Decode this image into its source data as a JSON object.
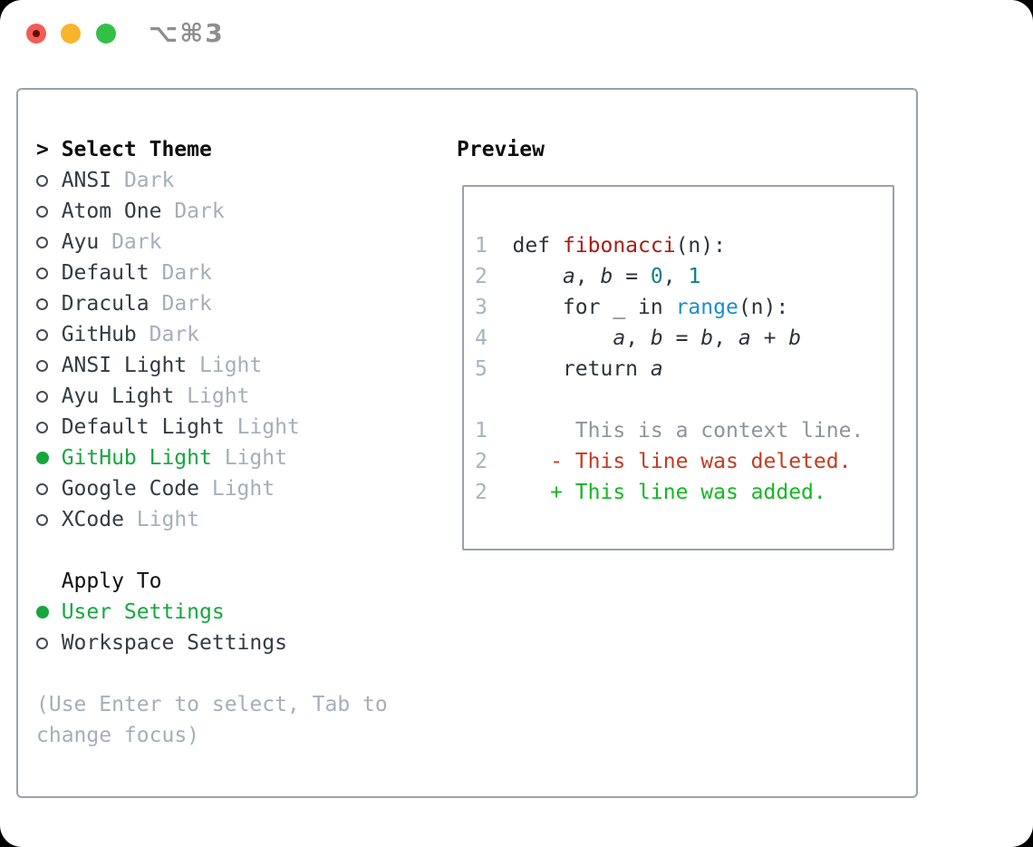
{
  "titlebar": {
    "title": "⌥⌘3"
  },
  "colors": {
    "accent_green": "#16a73c",
    "item_text": "#343b43",
    "muted_gray": "#a6aeb8",
    "panel_border": "#9aa1ac",
    "function_red": "#a81c15",
    "builtin_blue": "#1b8ecd",
    "number_teal": "#10808a",
    "diff_deleted_red": "#c43a20",
    "diff_added_green": "#12b922",
    "traffic_red": "#f25c54",
    "traffic_yellow": "#f7b52d",
    "traffic_green": "#32c146"
  },
  "theme_selector": {
    "prompt": ">",
    "title": "Select Theme",
    "items": [
      {
        "name": "ANSI",
        "tag": "Dark",
        "selected": false
      },
      {
        "name": "Atom One",
        "tag": "Dark",
        "selected": false
      },
      {
        "name": "Ayu",
        "tag": "Dark",
        "selected": false
      },
      {
        "name": "Default",
        "tag": "Dark",
        "selected": false
      },
      {
        "name": "Dracula",
        "tag": "Dark",
        "selected": false
      },
      {
        "name": "GitHub",
        "tag": "Dark",
        "selected": false
      },
      {
        "name": "ANSI Light",
        "tag": "Light",
        "selected": false
      },
      {
        "name": "Ayu Light",
        "tag": "Light",
        "selected": false
      },
      {
        "name": "Default Light",
        "tag": "Light",
        "selected": false
      },
      {
        "name": "GitHub Light",
        "tag": "Light",
        "selected": true
      },
      {
        "name": "Google Code",
        "tag": "Light",
        "selected": false
      },
      {
        "name": "XCode",
        "tag": "Light",
        "selected": false
      }
    ],
    "apply_to": {
      "title": "Apply To",
      "options": [
        {
          "label": "User Settings",
          "selected": true
        },
        {
          "label": "Workspace Settings",
          "selected": false
        }
      ]
    },
    "hint_line1": "(Use Enter to select, Tab to",
    "hint_line2": "change focus)"
  },
  "preview": {
    "title": "Preview",
    "code_lines": [
      {
        "num": "1",
        "tokens": [
          {
            "text": "def ",
            "style": "code"
          },
          {
            "text": "fibonacci",
            "style": "function"
          },
          {
            "text": "(n):",
            "style": "code"
          }
        ]
      },
      {
        "num": "2",
        "tokens": [
          {
            "text": "    ",
            "style": "code"
          },
          {
            "text": "a",
            "style": "variable"
          },
          {
            "text": ", ",
            "style": "code"
          },
          {
            "text": "b",
            "style": "variable"
          },
          {
            "text": " = ",
            "style": "code"
          },
          {
            "text": "0",
            "style": "number"
          },
          {
            "text": ", ",
            "style": "code"
          },
          {
            "text": "1",
            "style": "number"
          }
        ]
      },
      {
        "num": "3",
        "tokens": [
          {
            "text": "    for _ in ",
            "style": "code"
          },
          {
            "text": "range",
            "style": "builtin"
          },
          {
            "text": "(n):",
            "style": "code"
          }
        ]
      },
      {
        "num": "4",
        "tokens": [
          {
            "text": "        ",
            "style": "code"
          },
          {
            "text": "a",
            "style": "variable"
          },
          {
            "text": ", ",
            "style": "code"
          },
          {
            "text": "b",
            "style": "variable"
          },
          {
            "text": " = ",
            "style": "code"
          },
          {
            "text": "b",
            "style": "variable"
          },
          {
            "text": ", ",
            "style": "code"
          },
          {
            "text": "a",
            "style": "variable"
          },
          {
            "text": " + ",
            "style": "code"
          },
          {
            "text": "b",
            "style": "variable"
          }
        ]
      },
      {
        "num": "5",
        "tokens": [
          {
            "text": "    return ",
            "style": "code"
          },
          {
            "text": "a",
            "style": "variable"
          }
        ]
      }
    ],
    "diff_lines": [
      {
        "num": "1",
        "marker": " ",
        "text": "This is a context line.",
        "kind": "context"
      },
      {
        "num": "2",
        "marker": "-",
        "text": "This line was deleted.",
        "kind": "deleted"
      },
      {
        "num": "2",
        "marker": "+",
        "text": "This line was added.",
        "kind": "added"
      }
    ]
  }
}
